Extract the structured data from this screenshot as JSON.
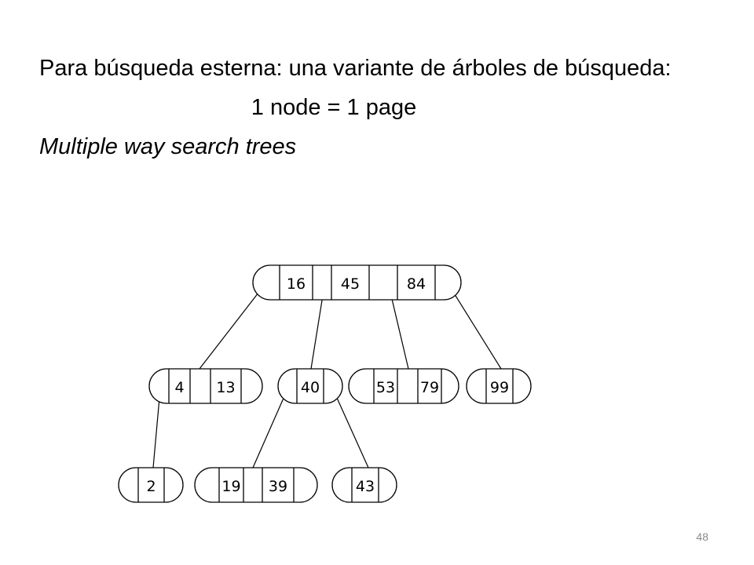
{
  "slide": {
    "intro": "Para búsqueda esterna: una variante de árboles de búsqueda:",
    "node_rule": "1 node = 1 page",
    "subtitle": "Multiple way search trees",
    "page_number": "48"
  },
  "tree": {
    "nodes": [
      {
        "id": "root",
        "keys": [
          "16",
          "45",
          "84"
        ]
      },
      {
        "id": "n-4-13",
        "keys": [
          "4",
          "13"
        ]
      },
      {
        "id": "n-40",
        "keys": [
          "40"
        ]
      },
      {
        "id": "n-53-79",
        "keys": [
          "53",
          "79"
        ]
      },
      {
        "id": "n-99",
        "keys": [
          "99"
        ]
      },
      {
        "id": "n-2",
        "keys": [
          "2"
        ]
      },
      {
        "id": "n-19-39",
        "keys": [
          "19",
          "39"
        ]
      },
      {
        "id": "n-43",
        "keys": [
          "43"
        ]
      }
    ],
    "edges": [
      {
        "from": "root",
        "slot": 0,
        "to": "n-4-13"
      },
      {
        "from": "root",
        "slot": 1,
        "to": "n-40"
      },
      {
        "from": "root",
        "slot": 2,
        "to": "n-53-79"
      },
      {
        "from": "root",
        "slot": 3,
        "to": "n-99"
      },
      {
        "from": "n-4-13",
        "slot": 0,
        "to": "n-2"
      },
      {
        "from": "n-40",
        "slot": 0,
        "to": "n-19-39"
      },
      {
        "from": "n-40",
        "slot": 1,
        "to": "n-43"
      }
    ],
    "colors": {
      "stroke": "#000000",
      "fill": "#ffffff"
    }
  }
}
